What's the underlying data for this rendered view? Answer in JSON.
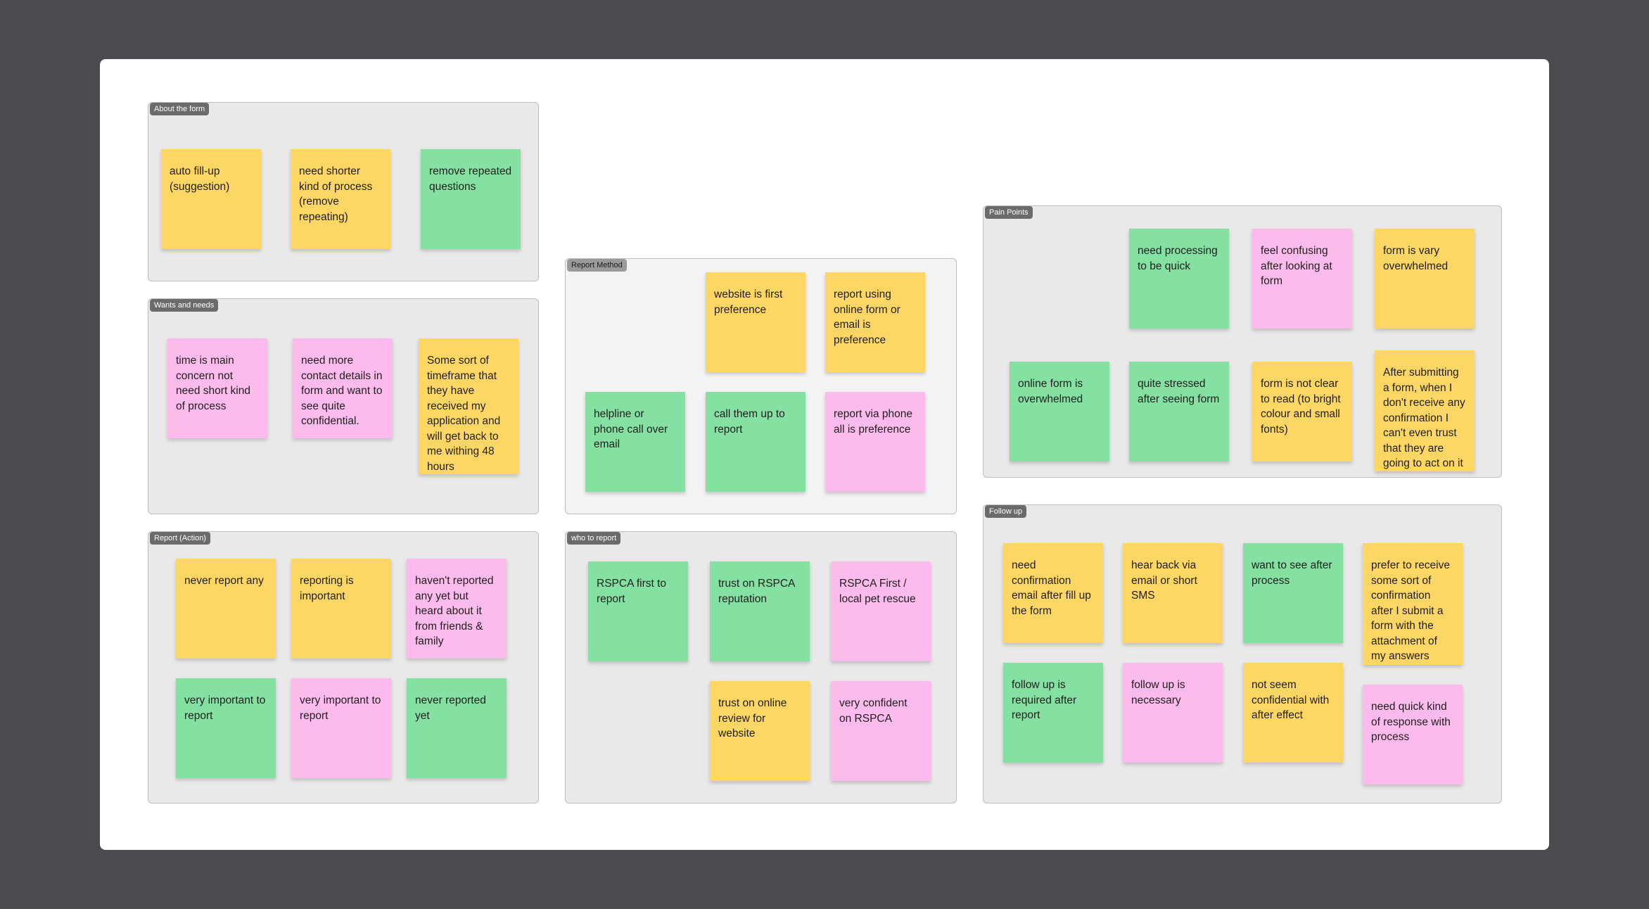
{
  "colors": {
    "yellow": "#fdd663",
    "green": "#84e1a1",
    "pink": "#fdbbed",
    "canvas": "#4a4a4f",
    "board": "#ffffff"
  },
  "sections": {
    "about": {
      "title": "About the form",
      "notes": [
        "auto fill-up (suggestion)",
        "need shorter kind of process (remove repeating)",
        "remove repeated questions"
      ]
    },
    "wants": {
      "title": "Wants and needs",
      "notes": [
        "time is main concern not need short kind of process",
        "need more contact details in form and want to see quite confidential.",
        "Some sort of timeframe that they have received my application and will get back to me withing 48 hours"
      ]
    },
    "report_action": {
      "title": "Report (Action)",
      "notes": [
        "never report any",
        "reporting is important",
        "haven't reported any yet but heard about it from friends & family",
        "very important to report",
        "very important to report",
        "never reported yet"
      ]
    },
    "report_method": {
      "title": "Report Method",
      "notes": [
        "website is first preference",
        "report using online form or email  is preference",
        "helpline or phone call over email",
        "call them up to report",
        "report via phone all is preference"
      ]
    },
    "who_to_report": {
      "title": "who to report",
      "notes": [
        "RSPCA first to report",
        "trust on RSPCA reputation",
        "RSPCA First / local pet rescue",
        "trust on online review for website",
        "very confident on RSPCA"
      ]
    },
    "pain_points": {
      "title": "Pain Points",
      "notes": [
        "need processing to be quick",
        "feel confusing after looking at form",
        "form is vary overwhelmed",
        "online form is overwhelmed",
        "quite stressed after seeing form",
        "form is not clear to read (to bright colour and small fonts)",
        "After submitting a form, when I don't receive any confirmation I can't even trust that they are going to act on it"
      ]
    },
    "follow_up": {
      "title": "Follow up",
      "notes": [
        "need confirmation email after fill up the form",
        "hear back via email or short SMS",
        "want to see after process",
        "prefer to receive some sort of confirmation after I submit a form with the attachment of my answers",
        "follow up is required after report",
        "follow up is necessary",
        "not seem confidential with after effect",
        "need quick kind of response with process"
      ]
    }
  }
}
